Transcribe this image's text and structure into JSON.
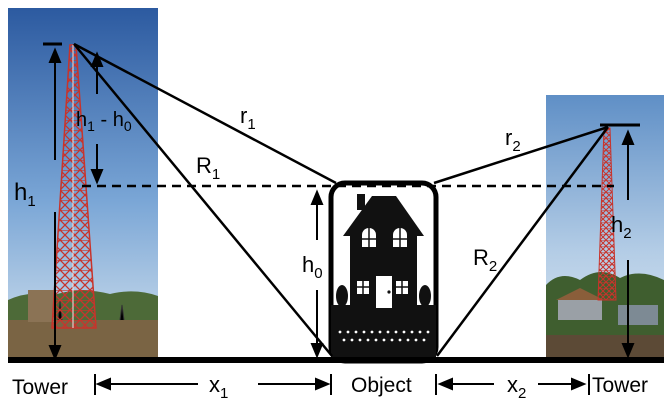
{
  "labels": {
    "r1": "r",
    "r1_sub": "1",
    "R1": "R",
    "R1_sub": "1",
    "r2": "r",
    "r2_sub": "2",
    "R2": "R",
    "R2_sub": "2",
    "h1": "h",
    "h1_sub": "1",
    "h1_minus_h0_a": "h",
    "h1_minus_h0_a_sub": "1",
    "h1_minus_h0_op": " - h",
    "h1_minus_h0_b_sub": "0",
    "h0": "h",
    "h0_sub": "0",
    "h2": "h",
    "h2_sub": "2",
    "x1": "x",
    "x1_sub": "1",
    "x2": "x",
    "x2_sub": "2"
  },
  "bottom": {
    "tower_left": "Tower",
    "object": "Object",
    "tower_right": "Tower"
  },
  "colors": {
    "sky_top": "#2a5fa8",
    "sky_bottom": "#c9dcef",
    "tower_red": "#c8332b",
    "ground": "#6b5a3c",
    "house": "#111111"
  }
}
